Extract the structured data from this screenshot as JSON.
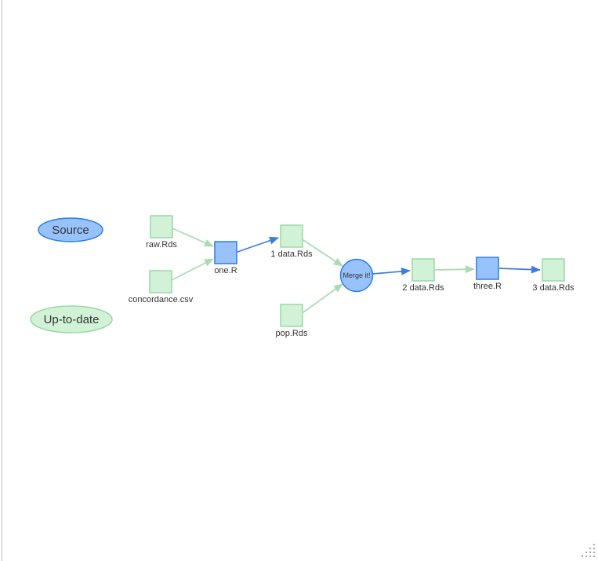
{
  "app": {
    "description": "Dependency graph network diagram on a white canvas with a legend and a bottom-right resize grip"
  },
  "legend": {
    "items": [
      {
        "label": "Source",
        "status": "source",
        "shape": "ellipse"
      },
      {
        "label": "Up-to-date",
        "status": "up-to-date",
        "shape": "ellipse"
      }
    ]
  },
  "nodes": [
    {
      "label": "raw.Rds",
      "status": "up-to-date",
      "shape": "square"
    },
    {
      "label": "concordance.csv",
      "status": "up-to-date",
      "shape": "square"
    },
    {
      "label": "one.R",
      "status": "source",
      "shape": "square"
    },
    {
      "label": "1 data.Rds",
      "status": "up-to-date",
      "shape": "square"
    },
    {
      "label": "pop.Rds",
      "status": "up-to-date",
      "shape": "square"
    },
    {
      "label": "Merge it!",
      "status": "source",
      "shape": "circle"
    },
    {
      "label": "2 data.Rds",
      "status": "up-to-date",
      "shape": "square"
    },
    {
      "label": "three.R",
      "status": "source",
      "shape": "square"
    },
    {
      "label": "3 data.Rds",
      "status": "up-to-date",
      "shape": "square"
    }
  ],
  "edges": [
    {
      "from": "raw.Rds",
      "to": "one.R",
      "color": "green"
    },
    {
      "from": "concordance.csv",
      "to": "one.R",
      "color": "green"
    },
    {
      "from": "one.R",
      "to": "1 data.Rds",
      "color": "blue"
    },
    {
      "from": "1 data.Rds",
      "to": "Merge it!",
      "color": "green"
    },
    {
      "from": "pop.Rds",
      "to": "Merge it!",
      "color": "green"
    },
    {
      "from": "Merge it!",
      "to": "2 data.Rds",
      "color": "blue"
    },
    {
      "from": "2 data.Rds",
      "to": "three.R",
      "color": "green"
    },
    {
      "from": "three.R",
      "to": "3 data.Rds",
      "color": "blue"
    }
  ],
  "colors": {
    "source_fill": "#97C2FC",
    "source_border": "#2B7CE9",
    "up_to_date_fill": "#D1F2D7",
    "up_to_date_border": "#9BD8A6",
    "edge_green": "#A9DCB2",
    "edge_blue": "#3D7CE0",
    "label_text": "#343434",
    "grip_dot": "#a3a3a3",
    "edge_line_left": "#bdbdbd"
  }
}
